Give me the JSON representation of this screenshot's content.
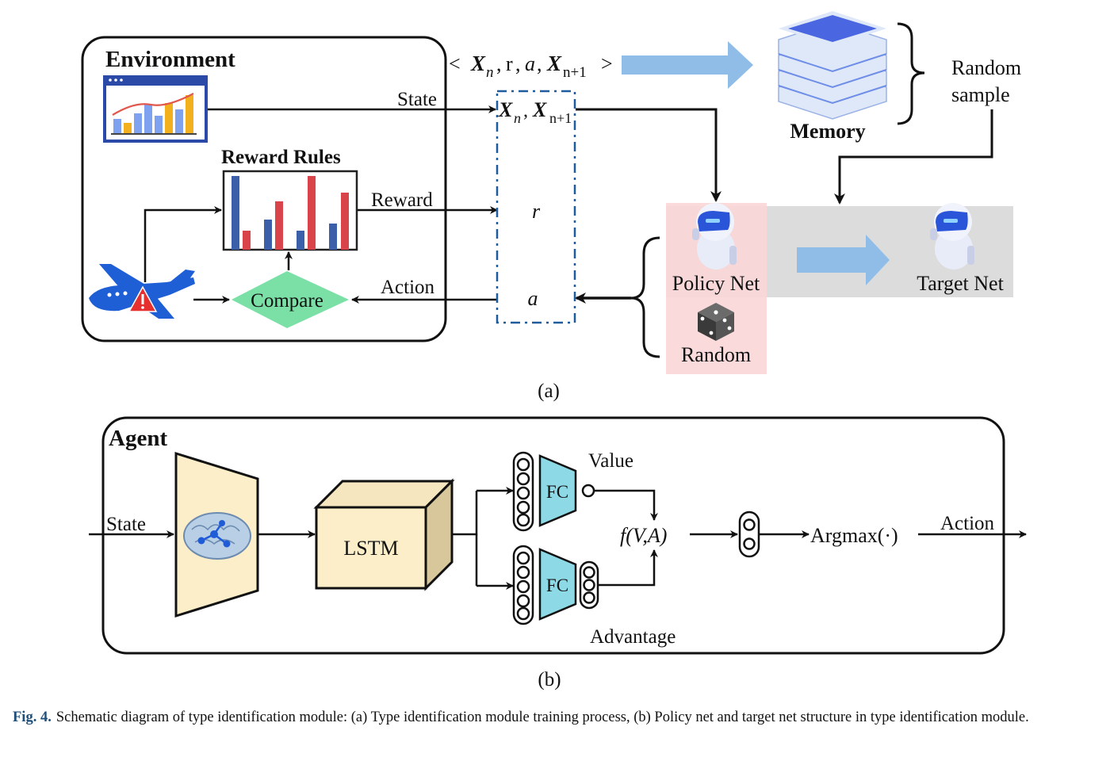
{
  "panel_a": {
    "environment_title": "Environment",
    "reward_rules_title": "Reward Rules",
    "state_label": "State",
    "reward_label": "Reward",
    "action_label": "Action",
    "compare_label": "Compare",
    "transition_tuple": {
      "open": "<",
      "xn": "X",
      "xn_sub": "n",
      "r": "r",
      "a": "a",
      "xn1": "X",
      "xn1_sub": "n+1",
      "close": ">",
      "comma": ","
    },
    "buffer_state": {
      "xn": "X",
      "xn_sub": "n",
      "xn1": "X",
      "xn1_sub": "n+1",
      "comma": ","
    },
    "buffer_reward": "r",
    "buffer_action": "a",
    "memory_label": "Memory",
    "random_sample_line1": "Random",
    "random_sample_line2": "sample",
    "policy_net_label": "Policy Net",
    "target_net_label": "Target Net",
    "random_label": "Random",
    "sublabel": "(a)"
  },
  "panel_b": {
    "agent_title": "Agent",
    "state_label": "State",
    "lstm_label": "LSTM",
    "fc_top_label": "FC",
    "fc_bottom_label": "FC",
    "value_label": "Value",
    "advantage_label": "Advantage",
    "fva_label": "f(V,A)",
    "argmax_label": "Argmax(·)",
    "action_label": "Action",
    "sublabel": "(b)"
  },
  "caption": {
    "fig_label": "Fig. 4.",
    "text": "Schematic diagram of type identification module: (a) Type identification module training process, (b) Policy net and target net structure in type identification module."
  },
  "colors": {
    "line": "#111111",
    "bar_blue": "#3b5fa8",
    "bar_red": "#d9434a",
    "compare_green": "#7be0a6",
    "memory_blue": "#4a66e0",
    "arrow_light_blue": "#8fbde8",
    "policy_pink": "#f9d6d6",
    "target_gray": "#dcdcdc",
    "fc_cyan": "#8ed9e6",
    "box_tan": "#fbeec8",
    "buffer_blue": "#1f5c9e"
  }
}
